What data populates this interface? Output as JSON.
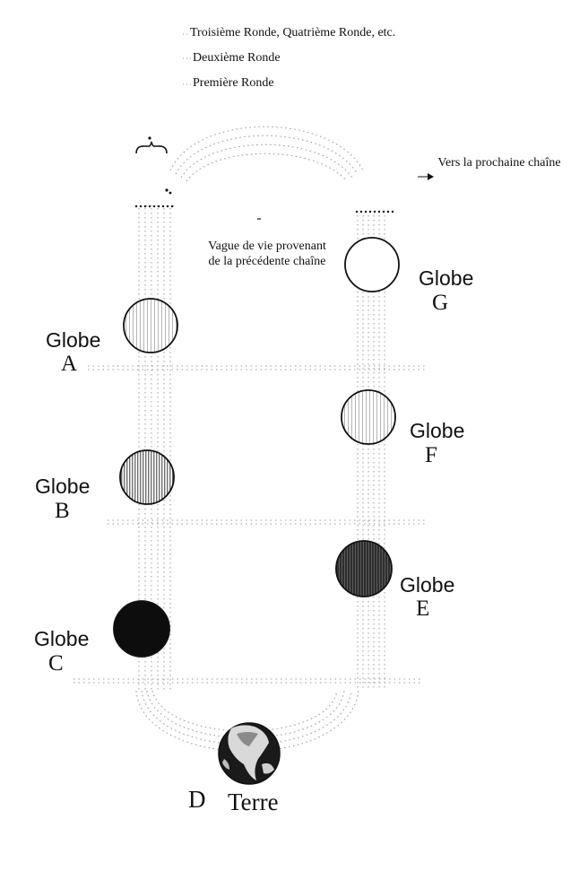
{
  "legend": {
    "round_3_plus": "Troisième Ronde, Quatrième Ronde, etc.",
    "round_2": "Deuxième Ronde",
    "round_1": "Première Ronde"
  },
  "annotations": {
    "next_chain": "Vers la prochaine chaîne",
    "life_wave": "Vague de vie provenant de la précédente chaîne"
  },
  "globes": {
    "A": {
      "word": "Globe",
      "letter": "A"
    },
    "B": {
      "word": "Globe",
      "letter": "B"
    },
    "C": {
      "word": "Globe",
      "letter": "C"
    },
    "D": {
      "letter": "D",
      "name": "Terre"
    },
    "E": {
      "word": "Globe",
      "letter": "E"
    },
    "F": {
      "word": "Globe",
      "letter": "F"
    },
    "G": {
      "word": "Globe",
      "letter": "G"
    }
  },
  "colors": {
    "ink": "#111111",
    "dots": "#9a9a9a",
    "globe_c_fill": "#0d0d0d",
    "globe_e_fill": "#3a3a3a",
    "globe_b_fill": "#bdbdbd",
    "background": "#ffffff"
  }
}
